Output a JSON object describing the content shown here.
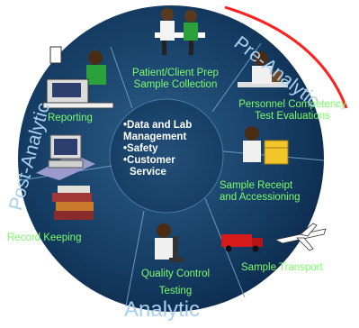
{
  "center": {
    "items": [
      "•Data and Lab",
      "Management",
      "•Safety",
      "•Customer",
      "Service"
    ]
  },
  "phases": {
    "pre": "Pre-Analytic",
    "post": "Post-Analytic",
    "analytic": "Analytic"
  },
  "steps": {
    "patient_prep": [
      "Patient/Client Prep",
      "Sample Collection"
    ],
    "personnel": [
      "Personnel Competency",
      "Test Evaluations"
    ],
    "receipt": [
      "Sample Receipt",
      "and Accessioning"
    ],
    "transport": "Sample Transport",
    "qc": [
      "Quality Control",
      "Testing"
    ],
    "record": "Record Keeping",
    "reporting": "Reporting"
  },
  "colors": {
    "disc_dark": "#0d2b4e",
    "disc_light": "#2a5d88",
    "label_green": "#7cfc6a",
    "phase_blue": "#a8d0f0"
  }
}
